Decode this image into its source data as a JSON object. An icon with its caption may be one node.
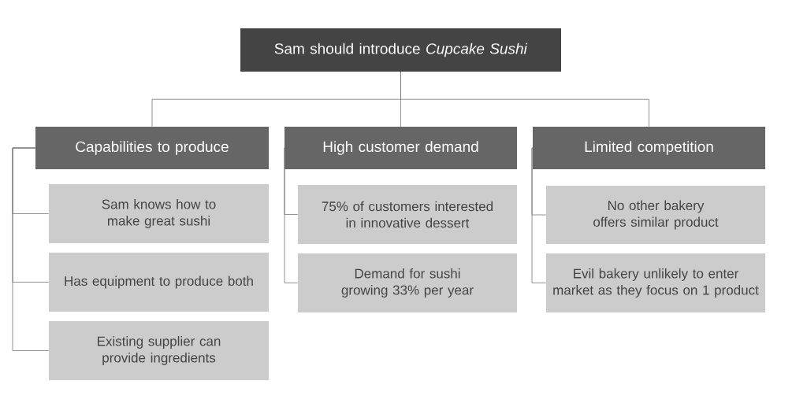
{
  "diagram": {
    "nodes": [
      {
        "text": [
          "Sam should introduce *Cupcake Sushi*"
        ]
      },
      {
        "text": [
          "Capabilities to produce"
        ]
      },
      {
        "text": [
          "High customer demand"
        ]
      },
      {
        "text": [
          "Limited competition"
        ]
      },
      {
        "text": [
          "Sam knows how to make great sushi"
        ]
      },
      {
        "text": [
          "Has equipment to produce both"
        ]
      },
      {
        "text": [
          "Existing supplier can provide ingredients"
        ]
      },
      {
        "text": [
          "75% of customers interested in innovative dessert"
        ]
      },
      {
        "text": [
          "Demand for sushi growing 33% per year"
        ]
      },
      {
        "text": [
          "No other bakery offers similar product"
        ]
      },
      {
        "text": [
          "Evil bakery unlikely to enter market as they focus on 1 product"
        ]
      }
    ],
    "edges": [
      {
        "from": 0,
        "to": 1,
        "arrow": "none"
      },
      {
        "from": 0,
        "to": 2,
        "arrow": "none"
      },
      {
        "from": 0,
        "to": 3,
        "arrow": "none"
      },
      {
        "from": 1,
        "to": 4,
        "arrow": "none"
      },
      {
        "from": 1,
        "to": 5,
        "arrow": "none"
      },
      {
        "from": 1,
        "to": 6,
        "arrow": "none"
      },
      {
        "from": 2,
        "to": 7,
        "arrow": "none"
      },
      {
        "from": 2,
        "to": 8,
        "arrow": "none"
      },
      {
        "from": 3,
        "to": 9,
        "arrow": "none"
      },
      {
        "from": 3,
        "to": 10,
        "arrow": "none"
      }
    ]
  }
}
